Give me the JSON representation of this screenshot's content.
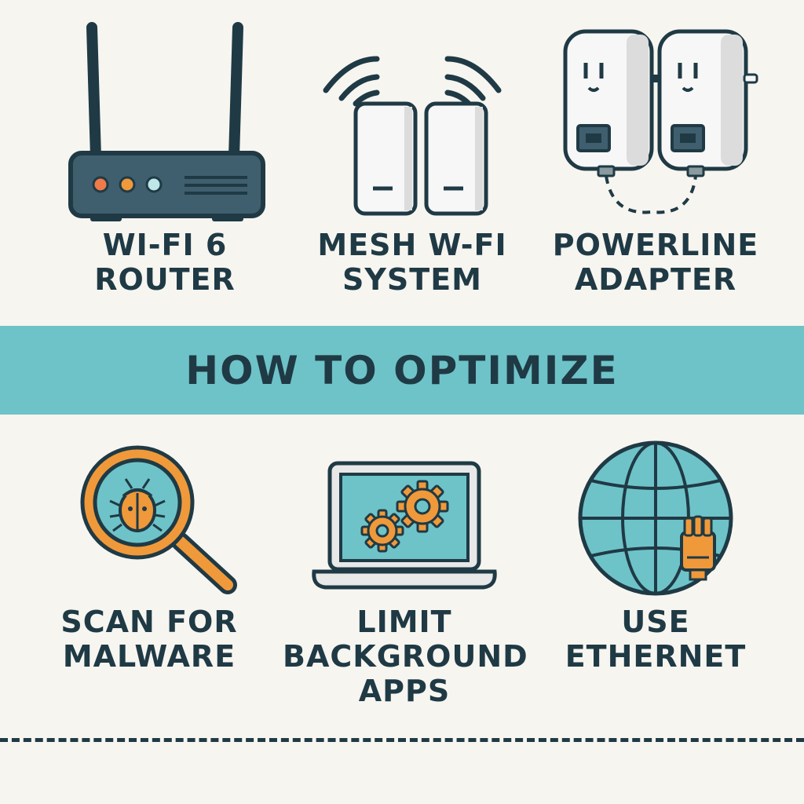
{
  "top_items": [
    {
      "lines": [
        "WI-FI 6",
        "ROUTER"
      ],
      "icon": "router-icon"
    },
    {
      "lines": [
        "MESH W-FI",
        "SYSTEM"
      ],
      "icon": "mesh-wifi-icon"
    },
    {
      "lines": [
        "POWERLINE",
        "ADAPTER"
      ],
      "icon": "powerline-adapter-icon"
    }
  ],
  "banner": {
    "title": "HOW TO OPTIMIZE"
  },
  "bottom_items": [
    {
      "lines": [
        "SCAN FOR",
        "MALWARE"
      ],
      "icon": "magnifier-bug-icon"
    },
    {
      "lines": [
        "LIMIT",
        "BACKGROUND",
        "APPS"
      ],
      "icon": "laptop-gears-icon"
    },
    {
      "lines": [
        "USE",
        "ETHERNET"
      ],
      "icon": "globe-ethernet-icon"
    }
  ],
  "colors": {
    "ink": "#1f3a45",
    "teal": "#6ec3c8",
    "orange": "#f0993a",
    "background": "#f7f5f0"
  }
}
